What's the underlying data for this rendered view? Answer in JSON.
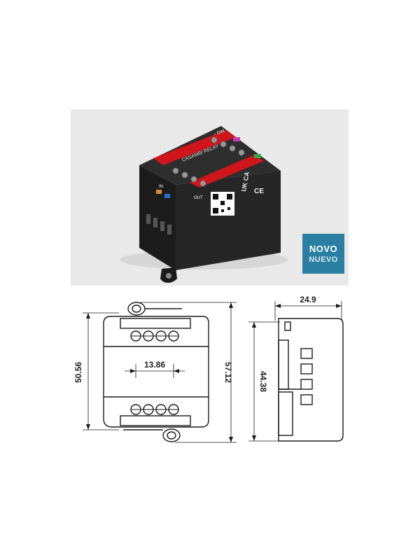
{
  "product_labels": {
    "top_terminals": "~ DIM ~",
    "relay_name": "CASAMBI RELAY",
    "middle_label": "IN",
    "out_label": "OUT",
    "cert_uk": "UK CA",
    "cert_ce": "CE"
  },
  "badge": {
    "line1": "NOVO",
    "line2": "NUEVO"
  },
  "dimensions": {
    "width_top": "24.9",
    "height_left": "50.56",
    "height_right": "57.12",
    "center_spacing": "13.86",
    "side_height": "44.38"
  },
  "colors": {
    "badge": "#2a7fa3",
    "body": "#2b2b2b",
    "stripe": "#d0151b"
  }
}
